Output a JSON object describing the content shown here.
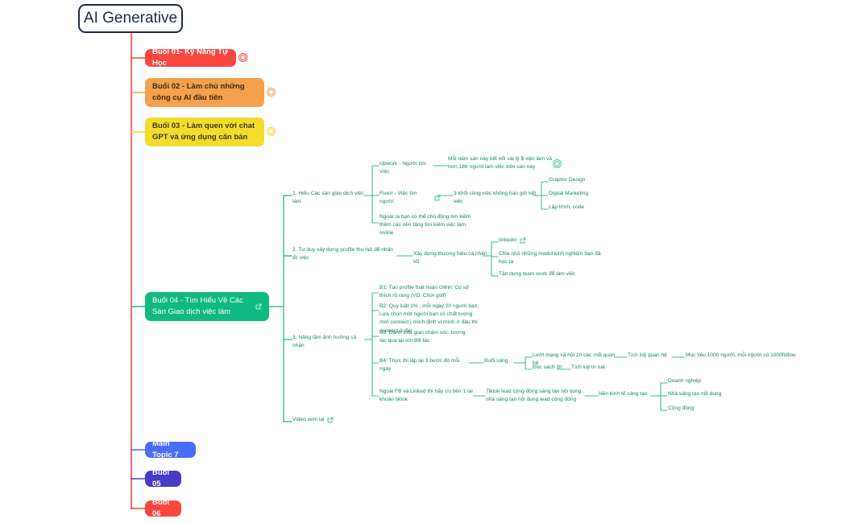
{
  "root": {
    "label": "AI Generative"
  },
  "colors": {
    "red": "#f9463f",
    "orange": "#f5a04a",
    "yellow": "#f2dd2d",
    "green": "#10b981",
    "blue": "#4a6cf7",
    "purple": "#4b39c8",
    "leaf_text": "#128a62",
    "root_border": "#1e2a4a"
  },
  "branches": [
    {
      "id": "b01",
      "label": "Buổi 01- Kỹ Năng Tự Học",
      "color": "red",
      "icon": "circle-badge-icon"
    },
    {
      "id": "b02",
      "label": "Buổi 02 - Làm chủ những công cụ AI đầu tiên",
      "color": "orange",
      "icon": "circle-badge-icon"
    },
    {
      "id": "b03",
      "label": "Buổi 03 - Làm quen với chat GPT và ứng dụng căn bản",
      "color": "yellow",
      "icon": "circle-badge-icon"
    },
    {
      "id": "b04",
      "label": "Buổi 04 - Tìm Hiểu Về Các Sàn Giao dịch việc làm",
      "color": "green",
      "icon": "external-link-icon"
    },
    {
      "id": "b07",
      "label": "Main Topic 7",
      "color": "blue",
      "icon": "none"
    },
    {
      "id": "b05",
      "label": "Buổi 05",
      "color": "purple",
      "icon": "none"
    },
    {
      "id": "b06",
      "label": "Buổi 06",
      "color": "red",
      "icon": "none"
    }
  ],
  "leaves": {
    "s1": {
      "label": "1. Hiểu Các sàn giao dịch việc làm"
    },
    "s1a": {
      "label": "Upwork - Người tìm Việc"
    },
    "s1a1": {
      "label": "Mỗi năm sàn này kết nối vài tỷ $ việc làm và hơn 18tr người làm việc trên sàn này"
    },
    "s1b": {
      "label": "Fiverr - Việc tìm người"
    },
    "s1b1": {
      "label": "3 khối công việc không bao giờ hết việc"
    },
    "s1b1a": {
      "label": "Graphic Design"
    },
    "s1b1b": {
      "label": "Digital Marketing"
    },
    "s1b1c": {
      "label": "Lập trình, code"
    },
    "s1c": {
      "label": "Ngoài ra bạn có thể chủ động tìm kiếm thêm các nền tảng tìm kiếm việc làm online"
    },
    "s2": {
      "label": "2. Tư duy xây dựng profile thu hút để nhận đc việc"
    },
    "s2a": {
      "label": "Xây dựng thương hiệu cá nhân tốt"
    },
    "s2a1": {
      "label": "linkedin"
    },
    "s2a2": {
      "label": "Chia nhỏ những modul kinh nghiệm bạn đã học ra"
    },
    "s2a3": {
      "label": "Tận dụng team work để làm việc"
    },
    "s3": {
      "label": "3. Nâng tầm ảnh hưởng cá nhân"
    },
    "s3a": {
      "label": "B1: Tạo profile thật hoàn chỉnh: Có sở thích rõ ràng (VD: Chơi golf)"
    },
    "s3b": {
      "label": "B2: Quy luật 1% , mỗi ngày 20 người bạn, Lựa chọn một người bạn có chất lượng mới connect | mình định vị mình ở đâu thì connect ở đó)"
    },
    "s3c": {
      "label": "B3: Dành thời gian chăm sóc, tương tác qua lại với đối tác"
    },
    "s3d": {
      "label": "B4: Thực thi lặp lại 3 bước đó mỗi ngày"
    },
    "s3d1": {
      "label": "Buổi sáng"
    },
    "s3d1a": {
      "label": "Lướt mạng xã hội 1h các mối quan hệ"
    },
    "s3d1a1": {
      "label": "Tích luỹ quan hệ"
    },
    "s3d1a2": {
      "label": "Mục tiêu 1000 người, mỗi người có 1000follow"
    },
    "s3d1b": {
      "label": "Đọc sách 1h"
    },
    "s3d1b1": {
      "label": "Tích luỹ trí tuệ"
    },
    "s3e": {
      "label": "Ngoài FB và Linked thì hãy ưu tiên 1 tài khoản tiktok"
    },
    "s3e1": {
      "label": "Tiktok lead cộng đồng sáng tạo nội dung , nhà sáng tạo nội dung lead cộng đồng"
    },
    "s3e1a": {
      "label": "Nền kinh tế sáng tạo"
    },
    "s3e1a1": {
      "label": "Doanh nghiệp"
    },
    "s3e1a2": {
      "label": "Nhà sáng tạo nội dung"
    },
    "s3e1a3": {
      "label": "Cộng đồng"
    },
    "s4": {
      "label": "Video xem lại"
    }
  }
}
